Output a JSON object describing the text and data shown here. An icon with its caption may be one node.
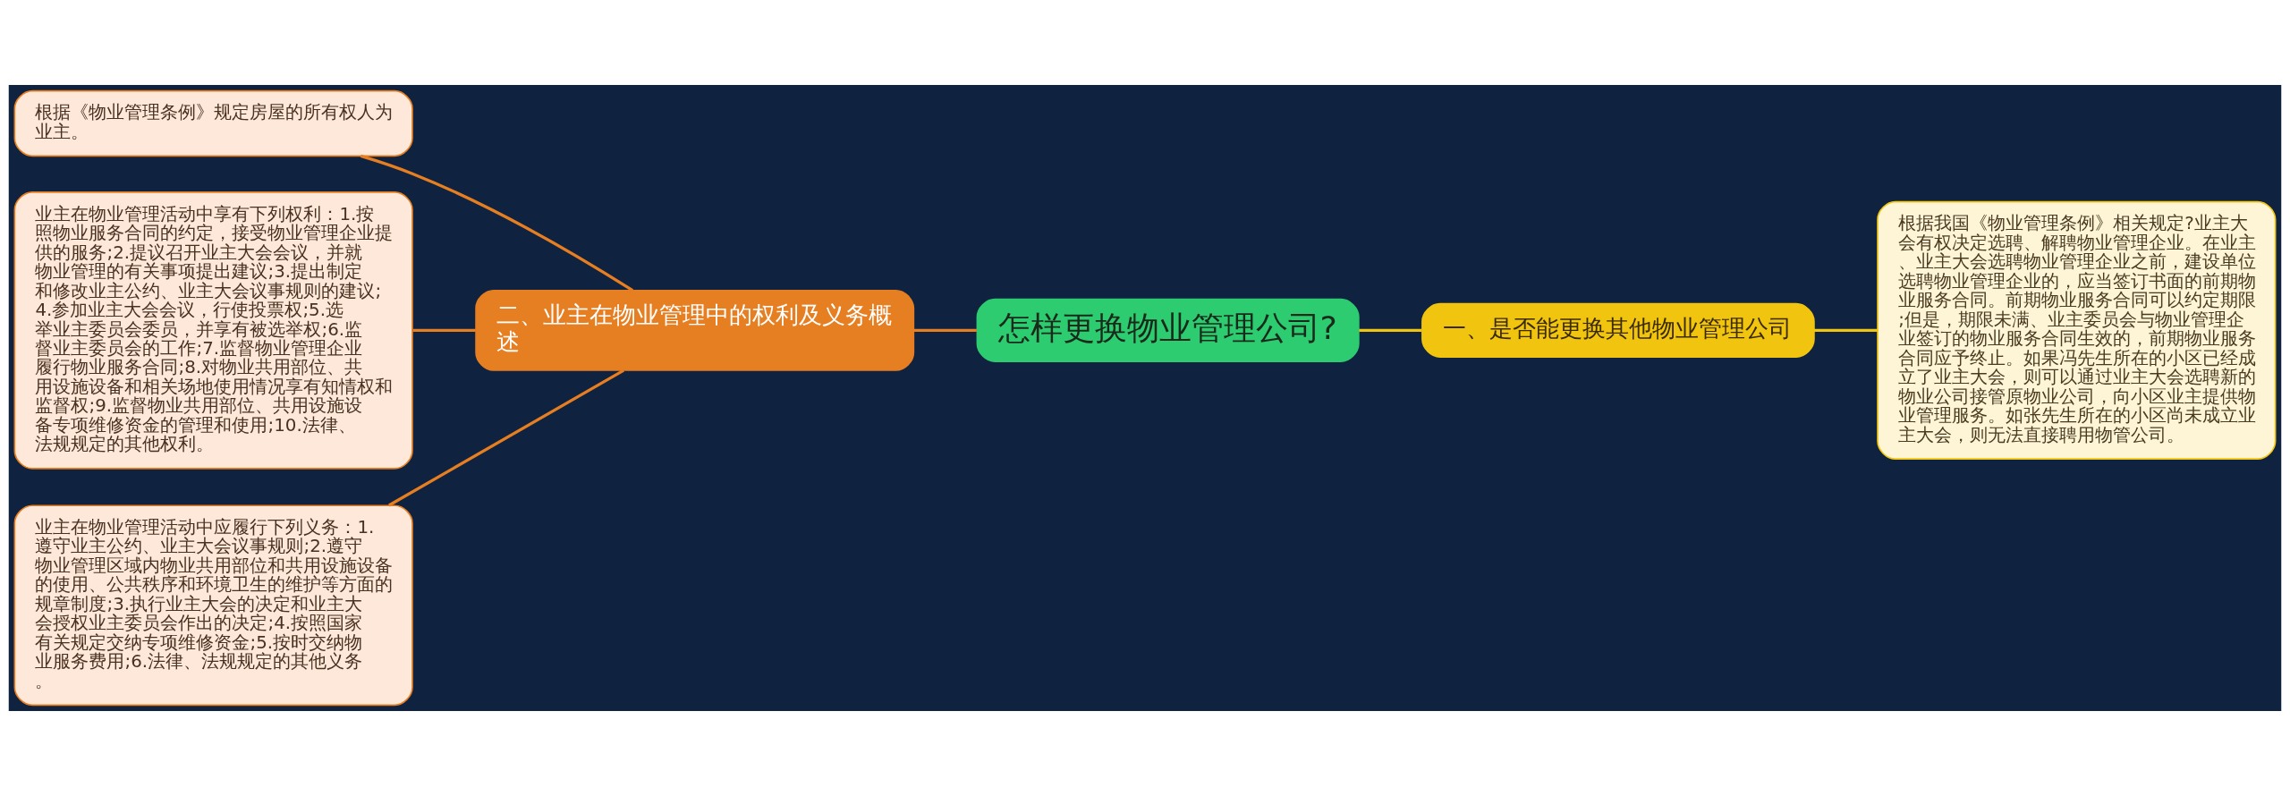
{
  "diagram": {
    "nodes": [
      {
        "text": [
          "怎样更换物业管理公司?"
        ]
      },
      {
        "text": [
          "一、是否能更换其他物业管理公司"
        ]
      },
      {
        "text": [
          "根据我国《物业管理条例》相关规定?业主大会有权决定选聘、解聘物业管理企业。在业主、业主大会选聘物业管理企业之前，建设单位选聘物业管理企业的，应当签订书面的前期物业服务合同。前期物业服务合同可以约定期限;但是，期限未满、业主委员会与物业管理企业签订的物业服务合同生效的，前期物业服务合同应予终止。如果冯先生所在的小区已经成立了业主大会，则可以通过业主大会选聘新的物业公司接管原物业公司，向小区业主提供物业管理服务。如张先生所在的小区尚未成立业主大会，则无法直接聘用物管公司。"
        ]
      },
      {
        "text": [
          "二、业主在物业管理中的权利及义务概述"
        ]
      },
      {
        "text": [
          "根据《物业管理条例》规定房屋的所有权人为业主。"
        ]
      },
      {
        "text": [
          "业主在物业管理活动中享有下列权利：1.按照物业服务合同的约定，接受物业管理企业提供的服务;2.提议召开业主大会会议，并就物业管理的有关事项提出建议;3.提出制定和修改业主公约、业主大会议事规则的建议;4.参加业主大会会议，行使投票权;5.选举业主委员会委员，并享有被选举权;6.监督业主委员会的工作;7.监督物业管理企业履行物业服务合同;8.对物业共用部位、共用设施设备和相关场地使用情况享有知情权和监督权;9.监督物业共用部位、共用设施设备专项维修资金的管理和使用;10.法律、法规规定的其他权利。"
        ]
      },
      {
        "text": [
          "业主在物业管理活动中应履行下列义务：1.遵守业主公约、业主大会议事规则;2.遵守物业管理区域内物业共用部位和共用设施设备的使用、公共秩序和环境卫生的维护等方面的规章制度;3.执行业主大会的决定和业主大会授权业主委员会作出的决定;4.按照国家有关规定交纳专项维修资金;5.按时交纳物业服务费用;6.法律、法规规定的其他义务。"
        ]
      }
    ],
    "edges": [
      {
        "from": 4,
        "to": 3,
        "arrow": "none"
      },
      {
        "from": 5,
        "to": 3,
        "arrow": "none"
      },
      {
        "from": 6,
        "to": 3,
        "arrow": "none"
      },
      {
        "from": 3,
        "to": 0,
        "arrow": "none"
      },
      {
        "from": 0,
        "to": 1,
        "arrow": "none",
        "color": "#f1c40f"
      },
      {
        "from": 1,
        "to": 2,
        "arrow": "none",
        "color": "#f1c40f"
      }
    ]
  }
}
